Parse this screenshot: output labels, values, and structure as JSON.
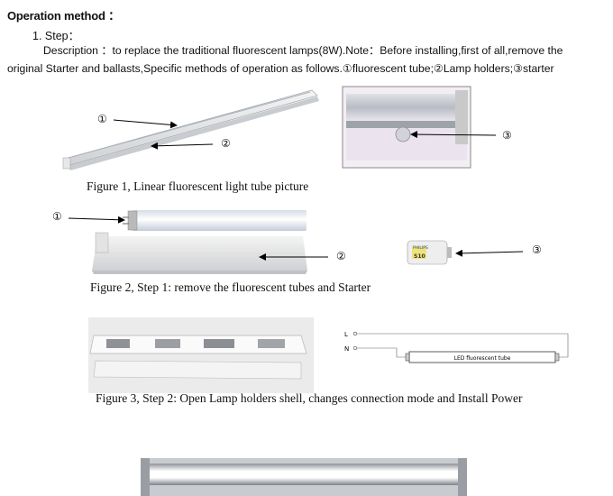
{
  "heading": "Operation method ：",
  "step": "1. Step：",
  "description": {
    "line1": "Description ：to replace the traditional fluorescent lamps(8W).Note：Before installing,first of all,remove the",
    "line2": "original Starter and ballasts,Specific methods of operation as follows.①fluorescent tube;②Lamp holders;③starter"
  },
  "markers": {
    "one": "①",
    "two": "②",
    "three": "③"
  },
  "figure1": {
    "caption": "Figure 1, Linear fluorescent light tube picture"
  },
  "figure2": {
    "caption": "Figure 2, Step 1: remove the fluorescent tubes and Starter",
    "starter_brand": "PHILIPS",
    "starter_model": "S10"
  },
  "figure3": {
    "caption": "Figure 3, Step 2: Open Lamp holders shell, changes connection mode and Install Power",
    "wire_l": "L",
    "wire_n": "N",
    "tube_label": "LED fluorescent tube"
  }
}
